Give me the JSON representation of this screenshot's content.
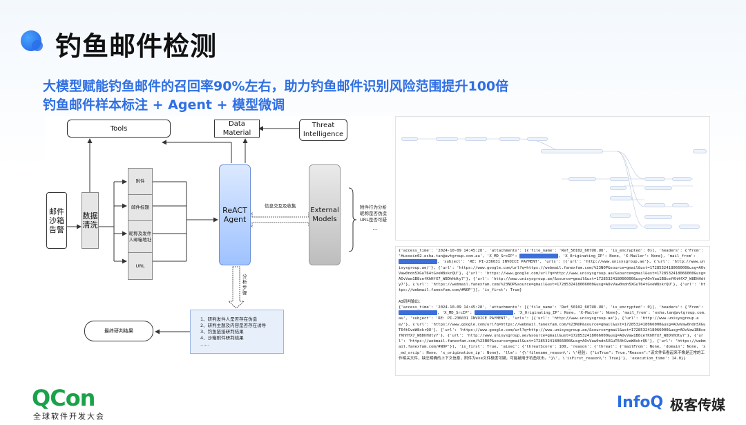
{
  "header": {
    "title": "钓鱼邮件检测",
    "subtitle1": "大模型赋能钓鱼邮件的召回率90%左右，助力钓鱼邮件识别风险范围提升100倍",
    "subtitle2": "钓鱼邮件样本标注 + Agent + 模型微调"
  },
  "diagram": {
    "tools": "Tools",
    "data_material": "Data Material",
    "threat_intel": "Threat Intelligence",
    "alert": "邮件沙箱告警",
    "preprocess": "数据清洗",
    "fields": [
      "附件",
      "邮件标题",
      "昵称及发件人邮箱地址",
      "URL"
    ],
    "react_agent": "ReACT Agent",
    "external_models": "External Models",
    "info_exchange": "信息交互及收集",
    "analysis_steps": "分析步骤",
    "right_notes": "附件行为分析 昵称是否伪造 URL是否可疑",
    "right_dots": "…",
    "result": "最终研判结果",
    "steps": [
      "1、研判发件人是否存在伪造",
      "2、研判主题及内容是否存在诱导",
      "3、钓鱼链接研判结果",
      "4、沙箱附件研判结果",
      "……"
    ]
  },
  "code": {
    "input": "{'access_time': '2024-10-09 14:45:28', 'attachments': [{'file_name': 'Ref_50102_607UU.UU', 'is_encrypted': 0}], 'headers': {'From': 'Hussein02.esha.tan@avtgroup.com.au', 'X_MD_SrcIP': ",
    "input2": ", 'X_Originating_IP': None, 'X-Mailer': None}, 'mail_from': ",
    "input3": ", 'subject': 'RE: PI-236031 INVOICE PAYMENT', 'urls': [{'url': 'http://www.unisysgroup.ae'}, {'url': 'http://www.unisysgroup.ae/'}, {'url': 'https://www.google.com/url?q=https://webmail.fanexfam.com/%23NOP&source=gmail&ust=1728532418066000&usg=AOvVaw0ndn5XGuT64tGveW8xkrQU'}, {'url': 'https://www.google.com/url?q=http://www.unisysgroup.ae/&source=gmail&ust=1728532418066000&usg=AOvVaw1B8cefKhHfX7_W8DhHdty7'}, {'url': 'http://www.unisysgroup.ae/&source=gmail&ust=1728532418066000&usg=AOvVaw1B8cefKhHfX7_W8DhHdty7'}, {'url': 'https://webmail.fanexfam.com/%23NOP&source=gmail&ust=1728532418066000&usg=AOvVaw0ndn5XGuT64tGveW8xkrQU'}, {'url': 'https://webmail.fanexfam.com/#NOP'}], 'is_first': True}",
    "ai_label": "AI研判输出:",
    "output": "{'access_time': '2024-10-09 14:45:28', 'attachments': [{'file_name': 'Ref_50102_607UU.UU', 'is_encrypted': 0}], 'headers': {'From': ",
    "output2": ", 'X_MD_SrcIP': ",
    "output3": ", 'X_Originating_IP': None, 'X-Mailer': None}, 'mail_from': 'esha.tan@avtgroup.com.au', 'subject': 'RE: PI-236031 INVOICE PAYMENT', 'urls': [{'url': 'http://www.unisysgroup.ae'}, {'url': 'http://www.unisysgroup.ae/'}, {'url': 'https://www.google.com/url?q=https://webmail.fanexfam.com/%23NOP&source=gmail&ust=1728532418066000&usg=AOvVaw0ndn5XGuT64tGveW8xkrQU'}, {'url': 'https://www.google.com/url?q=http://www.unisysgroup.ae/&source=gmail&ust=1728532418066000&usg=AOvVaw1B8cefKhHfX7_W8DhHdty7'}, {'url': 'http://www.unisysgroup.ae/&source=gmail&ust=1728532418066000&usg=AOvVaw1B8cefKhHfX7_W8DhHdty7'}, {'url': 'https://webmail.fanexfam.com/%23NOP&source=gmail&ust=1728532418066000&usg=AOvVaw0ndn5XGuT64tGveW8xkrQU'}, {'url': 'https://webmail.fanexfam.com/#NOP'}], 'is_first': True, 'aisec': {'threatScore': 100, 'reason': {'threat': {'mailFrom': None, 'domain': None, 'x_md_srcip': None, 'x_origination_ip': None}, 'llm': '{\\'filename_reason\\': \\'经验: {\"isTrue\": True,\"Reason\":\"该文件名看起来不像是正常的工作相关文件，缺乏明确的上下文信息，附件为exe文件极度可疑，可能被用于钓鱼攻击。\"}\\', \\'isFirst_reason\\': True}'}, 'execution_time': 14.0}}"
  },
  "footer": {
    "brand": "QCon",
    "brand_sub": "全球软件开发大会",
    "infoq": "InfoQ",
    "geek": "极客传媒"
  }
}
